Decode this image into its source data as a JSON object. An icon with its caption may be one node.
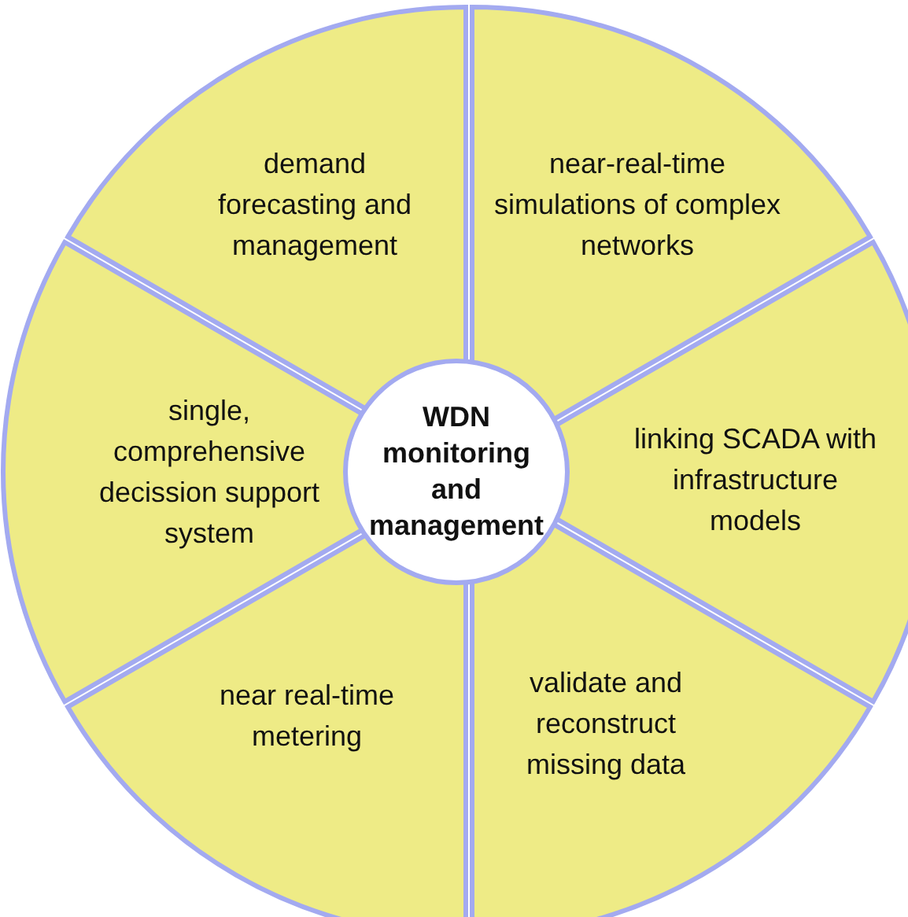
{
  "diagram": {
    "nodes": [
      {
        "text": [
          "WDN monitoring and management"
        ]
      },
      {
        "text": [
          "demand forecasting and management"
        ]
      },
      {
        "text": [
          "near-real-time simulations of complex networks"
        ]
      },
      {
        "text": [
          "single, comprehensive decission support system"
        ]
      },
      {
        "text": [
          "linking SCADA with infrastructure models"
        ]
      },
      {
        "text": [
          "near real-time metering"
        ]
      },
      {
        "text": [
          "validate and reconstruct missing data"
        ]
      }
    ]
  }
}
